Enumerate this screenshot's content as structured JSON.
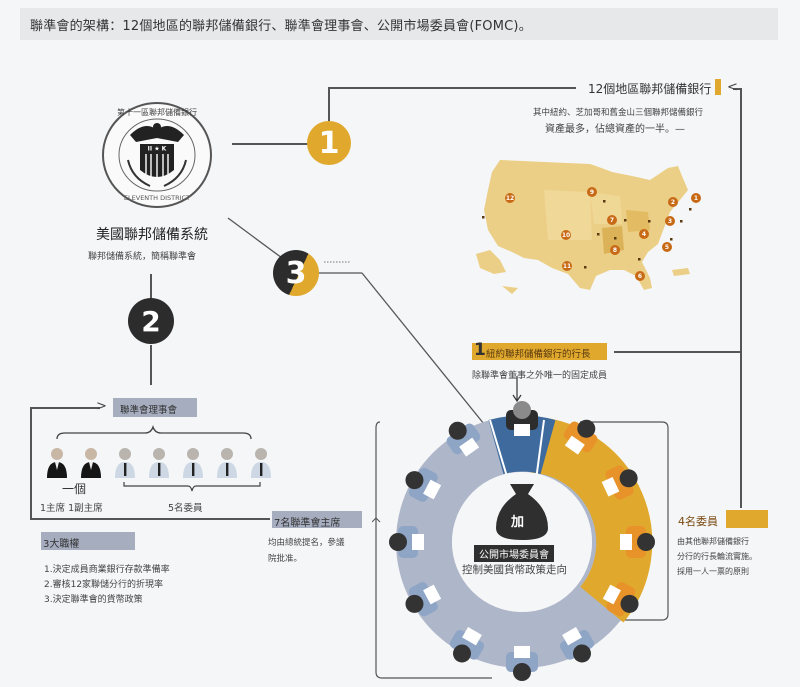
{
  "header": {
    "title": "聯準會的架構：12個地區的聯邦儲備銀行、聯準會理事會、公開市場委員會(FOMC)。"
  },
  "seal": {
    "ring_text_top": "第十一區聯邦儲備銀行·DALL",
    "ring_text_bottom": "ELEVENTH DISTRICT",
    "shield_letters": "II★K"
  },
  "federal_reserve": {
    "title": "美國聯邦儲備系統",
    "subtitle": "聯邦儲備系統，簡稱聯準會"
  },
  "badges": {
    "one": "1",
    "two": "2",
    "three": "3"
  },
  "regional_banks": {
    "title": "12個地區聯邦儲備銀行",
    "desc_line1": "其中紐約、芝加哥和舊金山三個聯邦儲備銀行",
    "desc_line2": "資產最多，佔總資產的一半。—",
    "map_markers": [
      "1",
      "2",
      "3",
      "4",
      "5",
      "6",
      "7",
      "8",
      "9",
      "10",
      "11",
      "12"
    ]
  },
  "ny_president": {
    "number": "1",
    "label": "紐約聯邦儲備銀行的行長",
    "desc": "除聯準會董事之外唯一的固定成員"
  },
  "board": {
    "title": "聯準會理事會",
    "chair_count_label": "一個",
    "chair_label": "1主席 1副主席",
    "members_label": "5名委員"
  },
  "powers": {
    "title": "3大職權",
    "items": [
      "1.決定成員商業銀行存款準備率",
      "2.審核12家聯儲分行的折現率",
      "3.決定聯準會的貨幣政策"
    ]
  },
  "governors": {
    "title": "7名聯準會主席",
    "desc_line1": "均由總統提名，參議",
    "desc_line2": "院批准。"
  },
  "rotating": {
    "title": "4名委員",
    "desc_line1": "由其他聯邦儲備銀行",
    "desc_line2": "分行的行長輪流實施。",
    "desc_line3": "採用一人一票的原則"
  },
  "fomc": {
    "bag_label": "加",
    "title": "公開市場委員會",
    "subtitle": "控制美國貨幣政策走向"
  },
  "colors": {
    "gold": "#e0a92e",
    "dark": "#2c2c2c",
    "slate": "#a6adbf",
    "navy_seat": "#3f6a9e",
    "orange_person": "#e8932a"
  }
}
